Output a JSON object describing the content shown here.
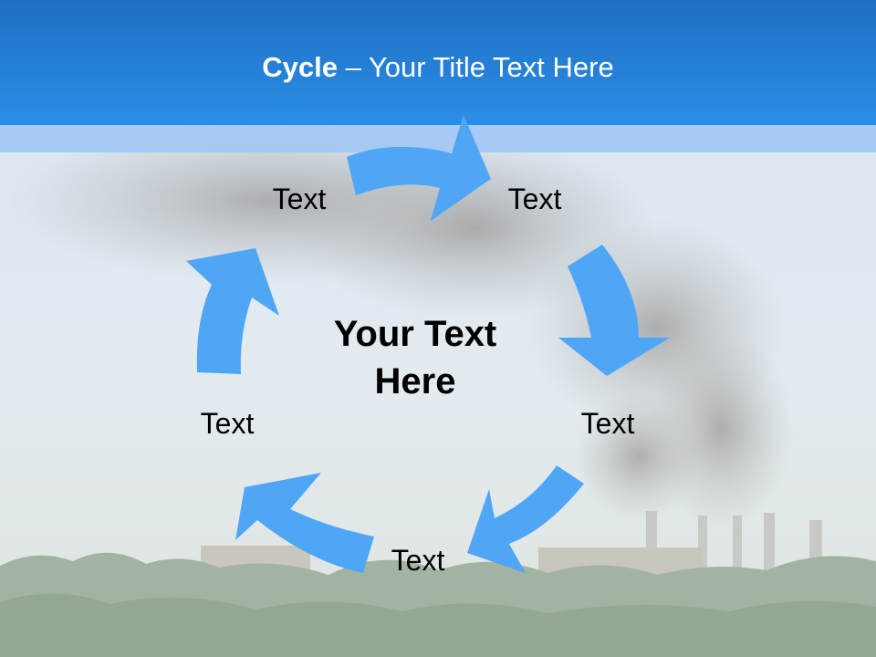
{
  "title": {
    "bold": "Cycle",
    "rest": " – Your Title Text Here"
  },
  "center_text_line1": "Your Text",
  "center_text_line2": "Here",
  "cycle_labels": [
    "Text",
    "Text",
    "Text",
    "Text",
    "Text"
  ],
  "colors": {
    "header": "#2b8ee6",
    "arrow": "#4ea6f5",
    "band": "#9ec5f4"
  }
}
